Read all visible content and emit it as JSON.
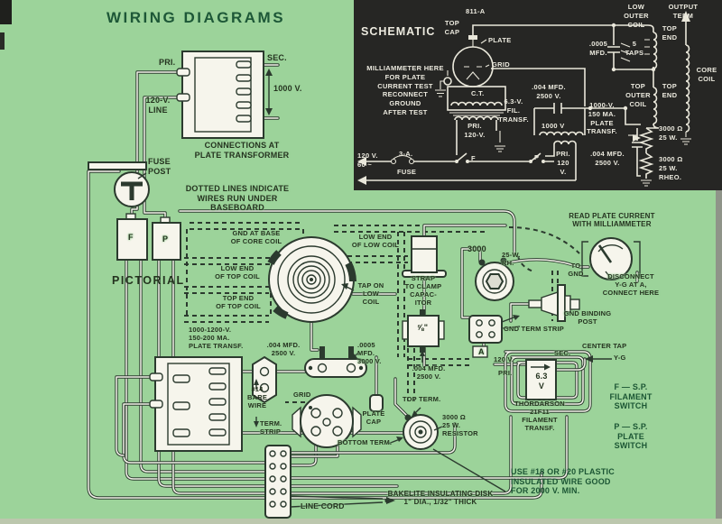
{
  "page": {
    "title": "WIRING DIAGRAMS",
    "bg": "#9cd39a",
    "ink": "#24331f",
    "green_ink": "#1c5634",
    "panel_bg": "#262624",
    "panel_ink": "#eceadf"
  },
  "sch": {
    "heading": "SCHEMATIC",
    "labels": {
      "tube": "811-A",
      "top_cap": "TOP\nCAP",
      "plate": "PLATE",
      "grid": "GRID",
      "mm_note": "MILLIAMMETER HERE\nFOR PLATE\nCURRENT TEST\nRECONNECT\nGROUND\nAFTER TEST",
      "ct": "C.T.",
      "fil": "6.3-V.\nFIL.\nTRANSF.",
      "fil_pri": "PRI.\n120-V.",
      "line_v": "120 V.\n60 ~",
      "amp": "3-A.",
      "fuse": "FUSE",
      "f": "F",
      "p": "P",
      "cap_top": ".004 MFD.\n2500 V.",
      "sec_v": "1000 V",
      "pt": "1000-V.\n150 MA.\nPLATE\nTRANSF.",
      "pt_pri": "PRI.\n120\nV.",
      "cap_bot": ".004 MFD.\n2500 V.",
      "cap5": ".0005\nMFD.",
      "taps": "5\nTAPS",
      "low_outer": "LOW\nOUTER\nCOIL",
      "output": "OUTPUT\nTERM",
      "top_end1": "TOP\nEND",
      "core": "CORE\nCOIL",
      "top_outer": "TOP\nOUTER\nCOIL",
      "top_end2": "TOP\nEND",
      "r1": "3000 Ω\n25 W.",
      "r2": "3000 Ω\n25 W.\nRHEO."
    }
  },
  "pic": {
    "heading": "PICTORIAL",
    "labels": {
      "conn_caption": "CONNECTIONS AT\nPLATE TRANSFORMER",
      "pri": "PRI.",
      "sec": "SEC.",
      "kv": "1000 V.",
      "line120": "120-V.\nLINE",
      "fuse_post": "FUSE\nPOST",
      "f": "F",
      "p": "P",
      "dotted": "DOTTED LINES INDICATE\nWIRES RUN UNDER\nBASEBOARD",
      "gnd_base": "GND AT BASE\nOF CORE COIL",
      "low_top": "LOW END\nOF TOP COIL",
      "top_top": "TOP END\nOF TOP COIL",
      "low_low": "LOW END\nOF LOW COIL",
      "tap_low": "TAP ON\nLOW\nCOIL",
      "pt2": "1000-1200-V.\n150-200 MA.\nPLATE TRANSF.",
      "cap_a": ".004 MFD.\n2500 V.",
      "cap_b": ".0005\nMFD.\n3000 V.",
      "strap": "STRAP\nTO CLAMP\nCAPAC-\nITOR",
      "block": "⅝\"",
      "cap_c": ".004 MFD.\n2500 V.",
      "rheo_v": "3000",
      "rheo_w": "25-W.\nRH.",
      "read_mm": "READ PLATE CURRENT\nWITH MILLIAMMETER",
      "to_gnd": "TO\nGND",
      "disc": "DISCONNECT\nY-G AT A,\nCONNECT HERE",
      "gbp": "GND BINDING\nPOST",
      "gts": "GND TERM STRIP",
      "a": "A",
      "ctap": "CENTER TAP",
      "yg": "Y-G",
      "sec2": "SEC.",
      "v120": "120 V.",
      "pri2": "PRI.",
      "v63": "6.3\nV",
      "thor": "THORDARSON\n21F11\nFILAMENT\nTRANSF.",
      "fsw": "F — S.P.\nFILAMENT\nSWITCH",
      "psw": "P — S.P.\nPLATE\nSWITCH",
      "wire_note": "USE #18 OR #20 PLASTIC\nINSULATED WIRE GOOD\nFOR 2000 V. MIN.",
      "bare": "#14\nBARE\nWIRE",
      "ts1": "TERM.\nSTRIP",
      "grid": "GRID",
      "pcap": "PLATE\nCAP",
      "tterm": "TOP TERM.",
      "bterm": "BOTTOM TERM.",
      "res": "3000 Ω\n25 W.\nRESISTOR",
      "cord": "LINE CORD",
      "bake": "BAKELITE INSULATING DISK\n1\" DIA., 1/32\" THICK"
    }
  }
}
